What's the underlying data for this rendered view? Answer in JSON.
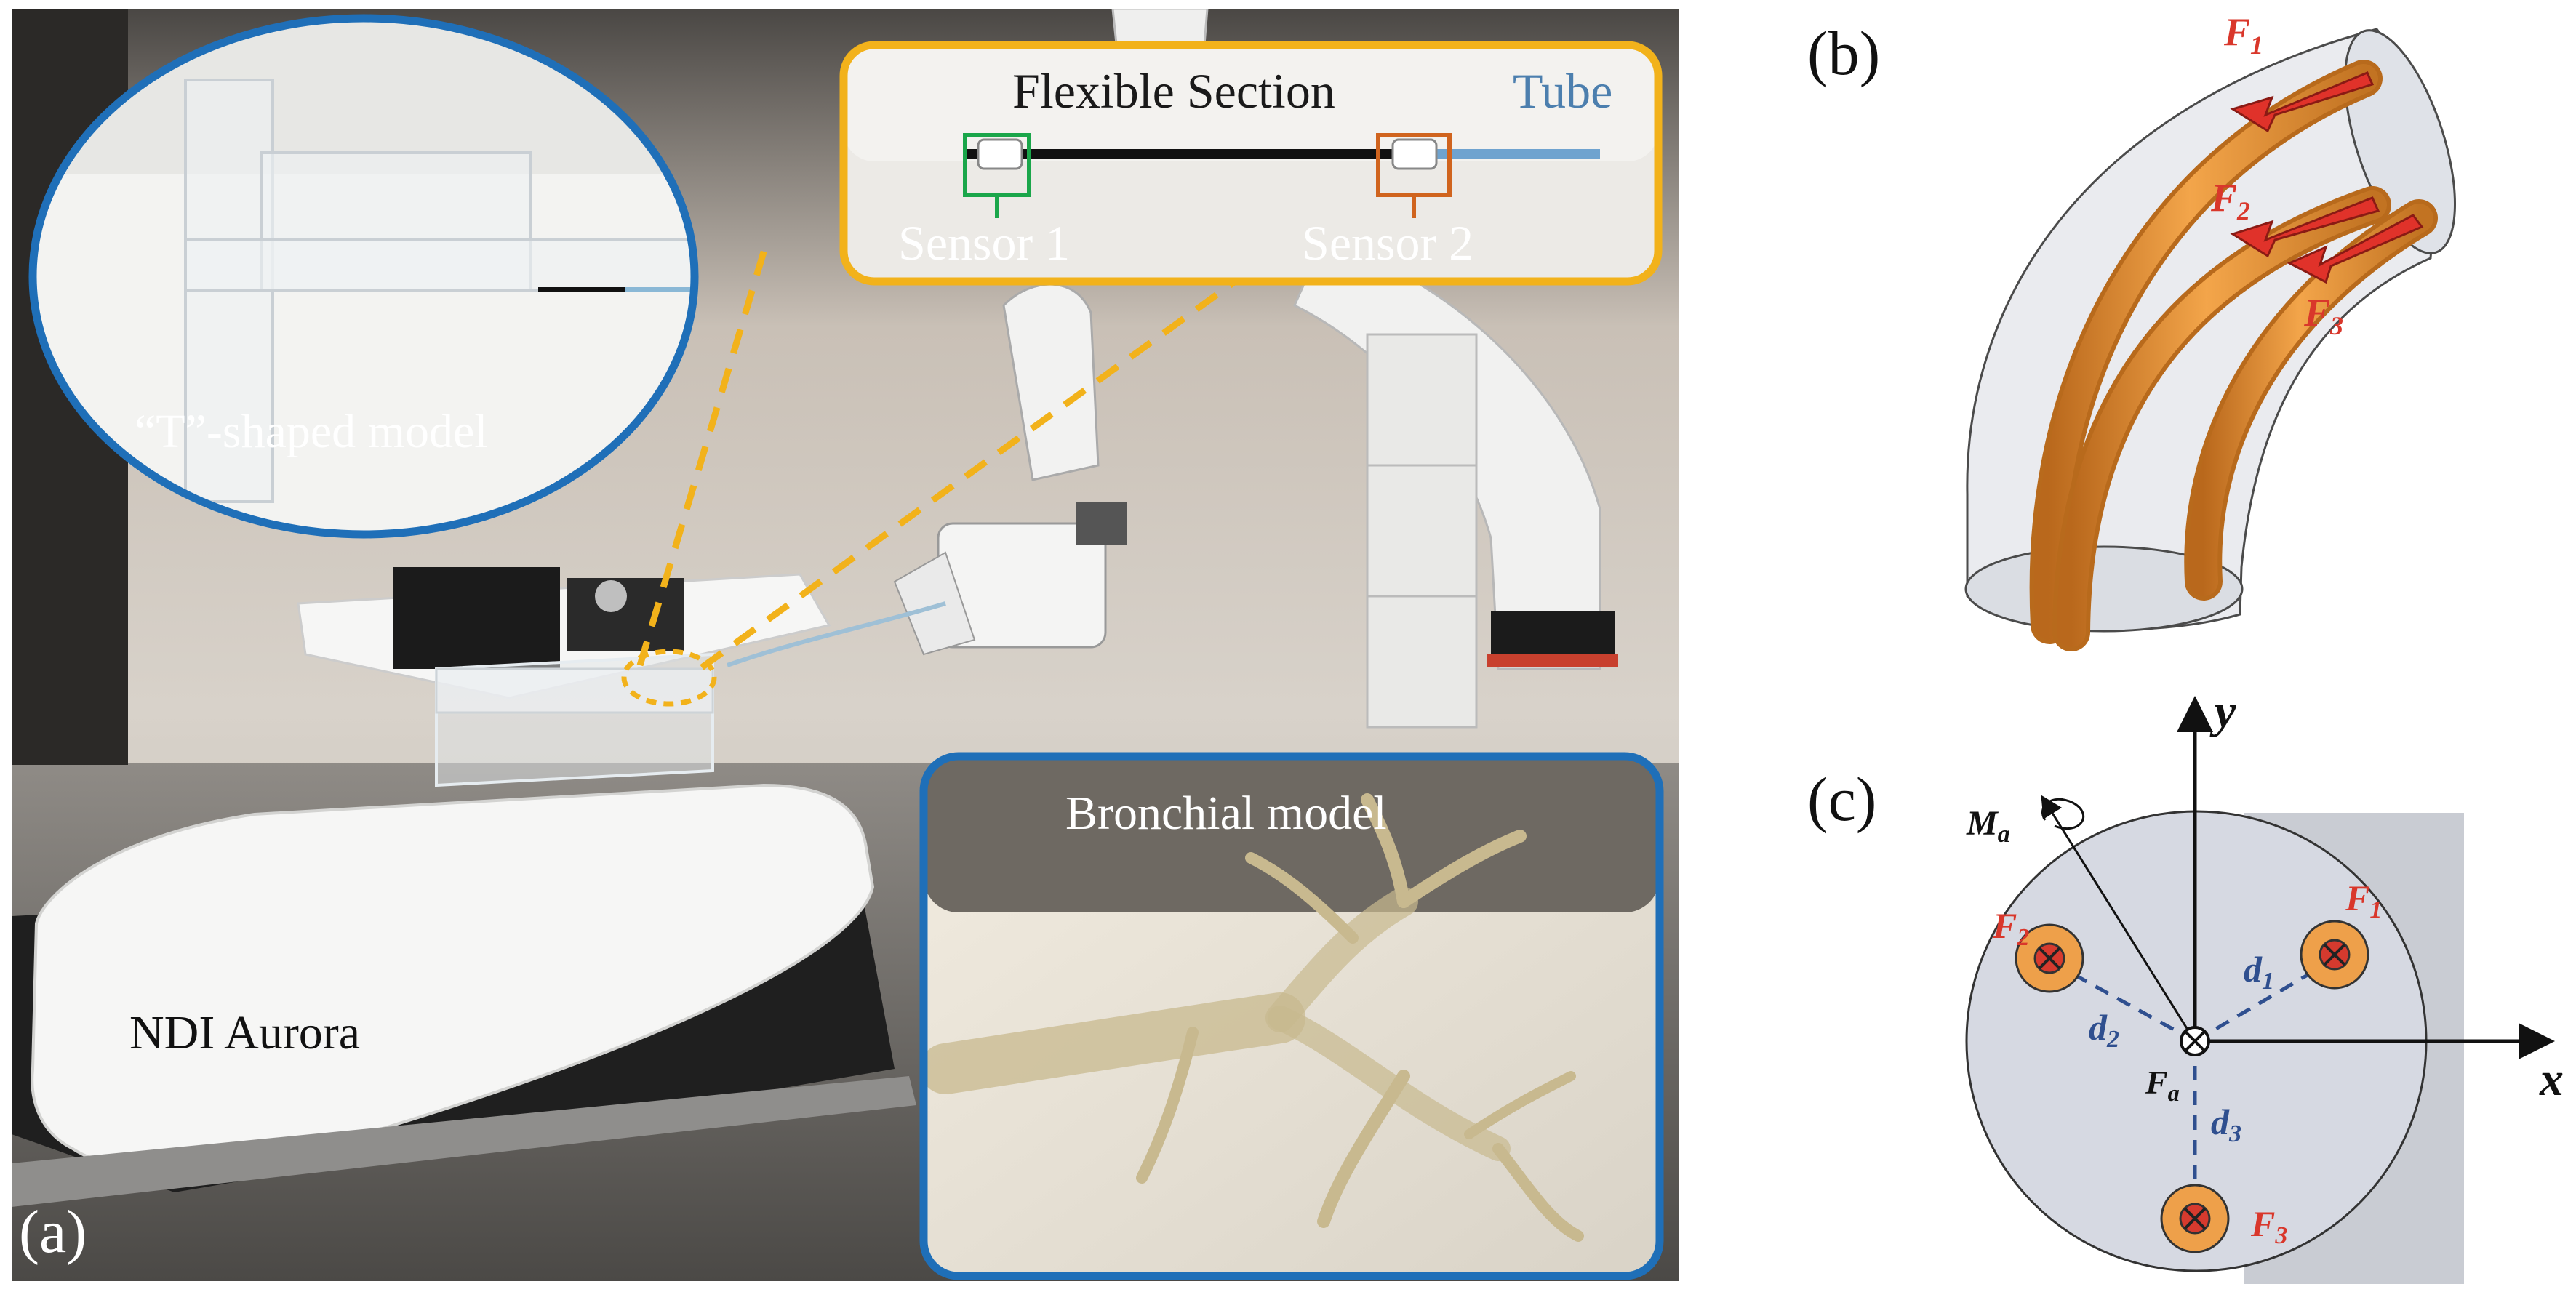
{
  "panel_a": {
    "label": "(a)",
    "inset_flexible": {
      "title": "Flexible Section",
      "tube_label": "Tube",
      "sensor1_label": "Sensor 1",
      "sensor2_label": "Sensor 2"
    },
    "inset_t_model": {
      "label": "“T”-shaped model"
    },
    "inset_bronchial": {
      "label": "Bronchial model"
    },
    "device_label": "NDI Aurora"
  },
  "panel_b": {
    "label": "(b)",
    "forces": [
      {
        "sym": "F",
        "sub": "1"
      },
      {
        "sym": "F",
        "sub": "2"
      },
      {
        "sym": "F",
        "sub": "3"
      }
    ]
  },
  "panel_c": {
    "label": "(c)",
    "axis_x": "x",
    "axis_y": "y",
    "moment": {
      "sym": "M",
      "sub": "a"
    },
    "axial_force": {
      "sym": "F",
      "sub": "a"
    },
    "forces": [
      {
        "sym": "F",
        "sub": "1"
      },
      {
        "sym": "F",
        "sub": "2"
      },
      {
        "sym": "F",
        "sub": "3"
      }
    ],
    "distances": [
      {
        "sym": "d",
        "sub": "1"
      },
      {
        "sym": "d",
        "sub": "2"
      },
      {
        "sym": "d",
        "sub": "3"
      }
    ]
  },
  "colors": {
    "blue_frame": "#1f6fb8",
    "yellow_frame": "#f2b21b",
    "force_red": "#d9372b",
    "tendon_orange": "#e8962e",
    "sensor1_green": "#1aa64a",
    "sensor2_orange": "#d0641e",
    "dash_blue": "#2f4f8f"
  }
}
